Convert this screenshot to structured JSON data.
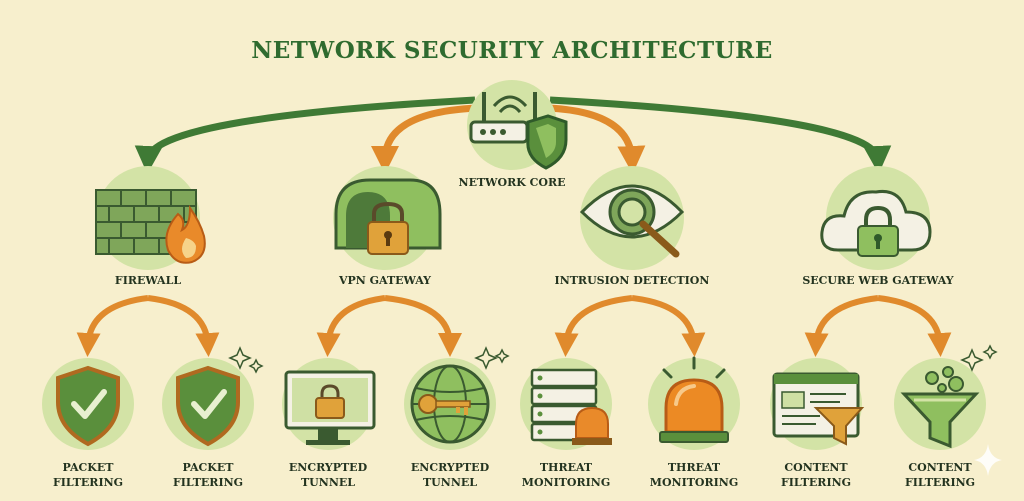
{
  "title": "NETWORK SECURITY ARCHITECTURE",
  "core": {
    "label": "NETWORK CORE",
    "icon": "router-shield-icon"
  },
  "categories": [
    {
      "label": "FIREWALL",
      "icon": "firewall-icon",
      "children": [
        {
          "line1": "PACKET",
          "line2": "FILTERING",
          "icon": "shield-check-icon"
        },
        {
          "line1": "PACKET",
          "line2": "FILTERING",
          "icon": "shield-check-icon"
        }
      ]
    },
    {
      "label": "VPN GATEWAY",
      "icon": "tunnel-lock-icon",
      "children": [
        {
          "line1": "ENCRYPTED",
          "line2": "TUNNEL",
          "icon": "monitor-lock-icon"
        },
        {
          "line1": "ENCRYPTED",
          "line2": "TUNNEL",
          "icon": "globe-key-icon"
        }
      ]
    },
    {
      "label": "INTRUSION DETECTION",
      "icon": "eye-magnifier-icon",
      "children": [
        {
          "line1": "THREAT",
          "line2": "MONITORING",
          "icon": "server-alarm-icon"
        },
        {
          "line1": "THREAT",
          "line2": "MONITORING",
          "icon": "alarm-light-icon"
        }
      ]
    },
    {
      "label": "SECURE WEB GATEWAY",
      "icon": "cloud-lock-icon",
      "children": [
        {
          "line1": "CONTENT",
          "line2": "FILTERING",
          "icon": "browser-funnel-icon"
        },
        {
          "line1": "CONTENT",
          "line2": "FILTERING",
          "icon": "funnel-bubbles-icon"
        }
      ]
    }
  ],
  "colors": {
    "green": "#5a8f3c",
    "dark_green": "#2f6b2f",
    "orange": "#e08a2c",
    "light_green": "#cfe0a4",
    "background": "#f7efcd"
  }
}
